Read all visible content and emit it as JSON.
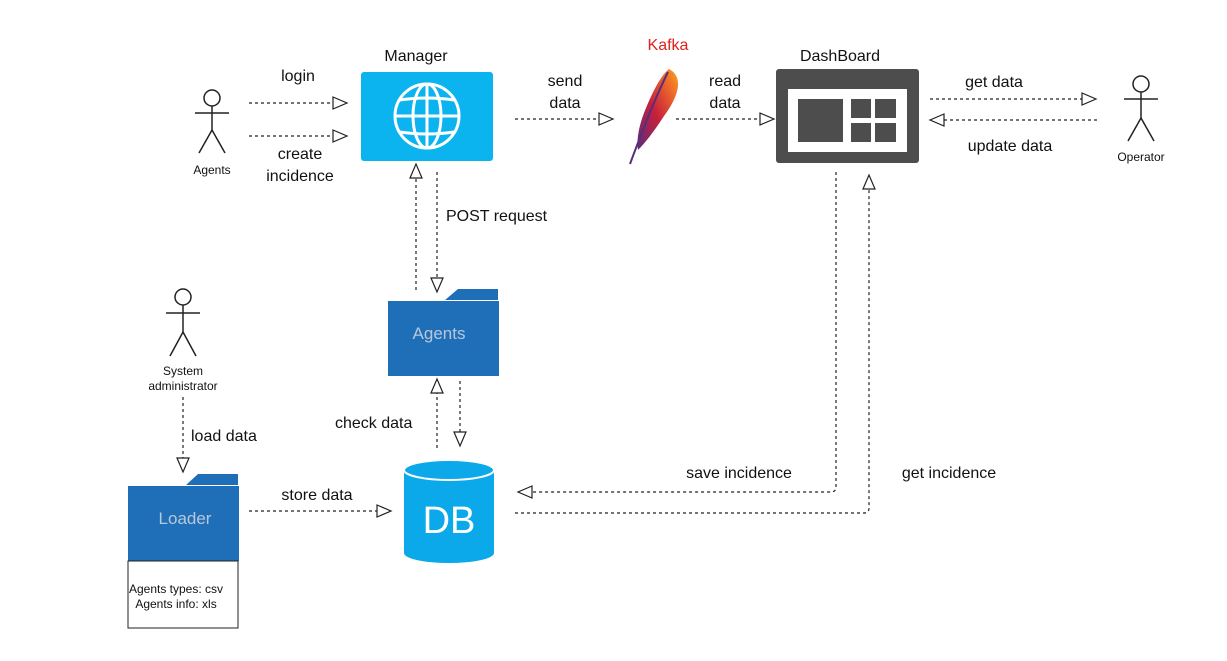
{
  "nodes": {
    "manager": {
      "title": "Manager"
    },
    "kafka": {
      "title": "Kafka"
    },
    "dashboard": {
      "title": "DashBoard"
    },
    "agents_folder": {
      "label": "Agents"
    },
    "loader_folder": {
      "label": "Loader",
      "note_lines": [
        "Agents types: csv",
        "Agents info: xls"
      ]
    },
    "db": {
      "label": "DB"
    }
  },
  "actors": {
    "agents": {
      "label": "Agents"
    },
    "operator": {
      "label": "Operator"
    },
    "sysadmin": {
      "label_lines": [
        "System",
        "administrator"
      ]
    }
  },
  "edges": {
    "login": "login",
    "create_incidence": [
      "create",
      "incidence"
    ],
    "send_data": [
      "send",
      "data"
    ],
    "read_data": [
      "read",
      "data"
    ],
    "get_data": "get data",
    "update_data": "update data",
    "post_request": "POST request",
    "check_data": "check data",
    "load_data": "load data",
    "store_data": "store data",
    "save_incidence": "save incidence",
    "get_incidence": "get incidence"
  },
  "colors": {
    "manager_fill": "#0bb4ef",
    "folder_fill": "#1f6fb8",
    "db_fill": "#0ba9ea",
    "dashboard_fill": "#4d4d4d",
    "kafka_title": "#e0211c"
  }
}
